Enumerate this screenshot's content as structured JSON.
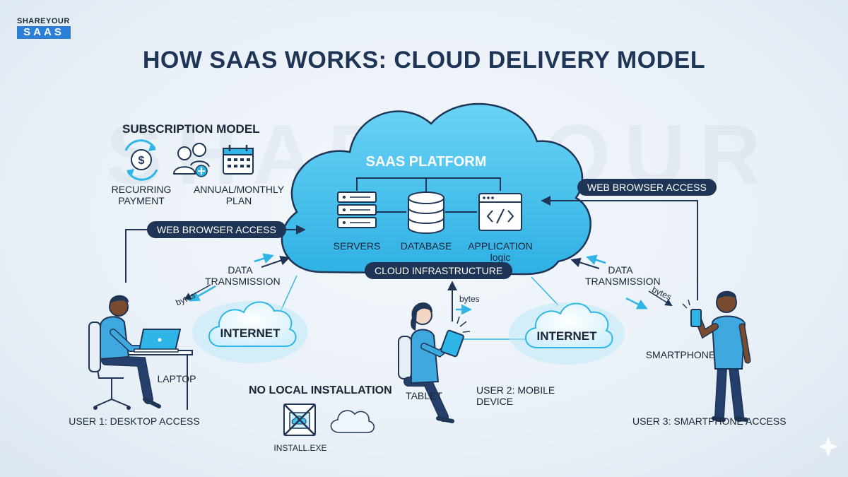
{
  "brand": {
    "line1": "SHAREYOUR",
    "line2": "SAAS"
  },
  "title": "HOW SAAS WORKS: CLOUD DELIVERY MODEL",
  "watermark": "SHAREYOUR",
  "subscription": {
    "heading": "SUBSCRIPTION MODEL",
    "recurring_line1": "RECURRING",
    "recurring_line2": "PAYMENT",
    "plan_line1": "ANNUAL/MONTHLY",
    "plan_line2": "PLAN"
  },
  "platform": {
    "title": "SAAS PLATFORM",
    "servers": "SERVERS",
    "database": "DATABASE",
    "app_line1": "APPLICATION",
    "app_line2": "logic",
    "infra": "CLOUD INFRASTRUCTURE"
  },
  "left": {
    "browser": "WEB BROWSER ACCESS",
    "data_line1": "DATA",
    "data_line2": "TRANSMISSION",
    "bytes": "bytes",
    "internet": "INTERNET",
    "laptop": "LAPTOP",
    "user": "USER 1: DESKTOP ACCESS"
  },
  "right": {
    "browser": "WEB BROWSER ACCESS",
    "data_line1": "DATA",
    "data_line2": "TRANSMISSION",
    "bytes": "bytes",
    "internet": "INTERNET",
    "device": "SMARTPHONE",
    "user": "USER 3: SMARTPHONE ACCESS"
  },
  "center": {
    "bytes": "bytes",
    "tablet": "TABLET",
    "user_line1": "USER 2: MOBILE",
    "user_line2": "DEVICE"
  },
  "install": {
    "heading": "NO LOCAL INSTALLATION",
    "file": "INSTALL.EXE"
  },
  "colors": {
    "navy": "#1f3556",
    "cloud": "#4cc2ee",
    "accent": "#2fb6e6",
    "skin": "#7a4b2e",
    "shirt": "#3fa8de"
  }
}
